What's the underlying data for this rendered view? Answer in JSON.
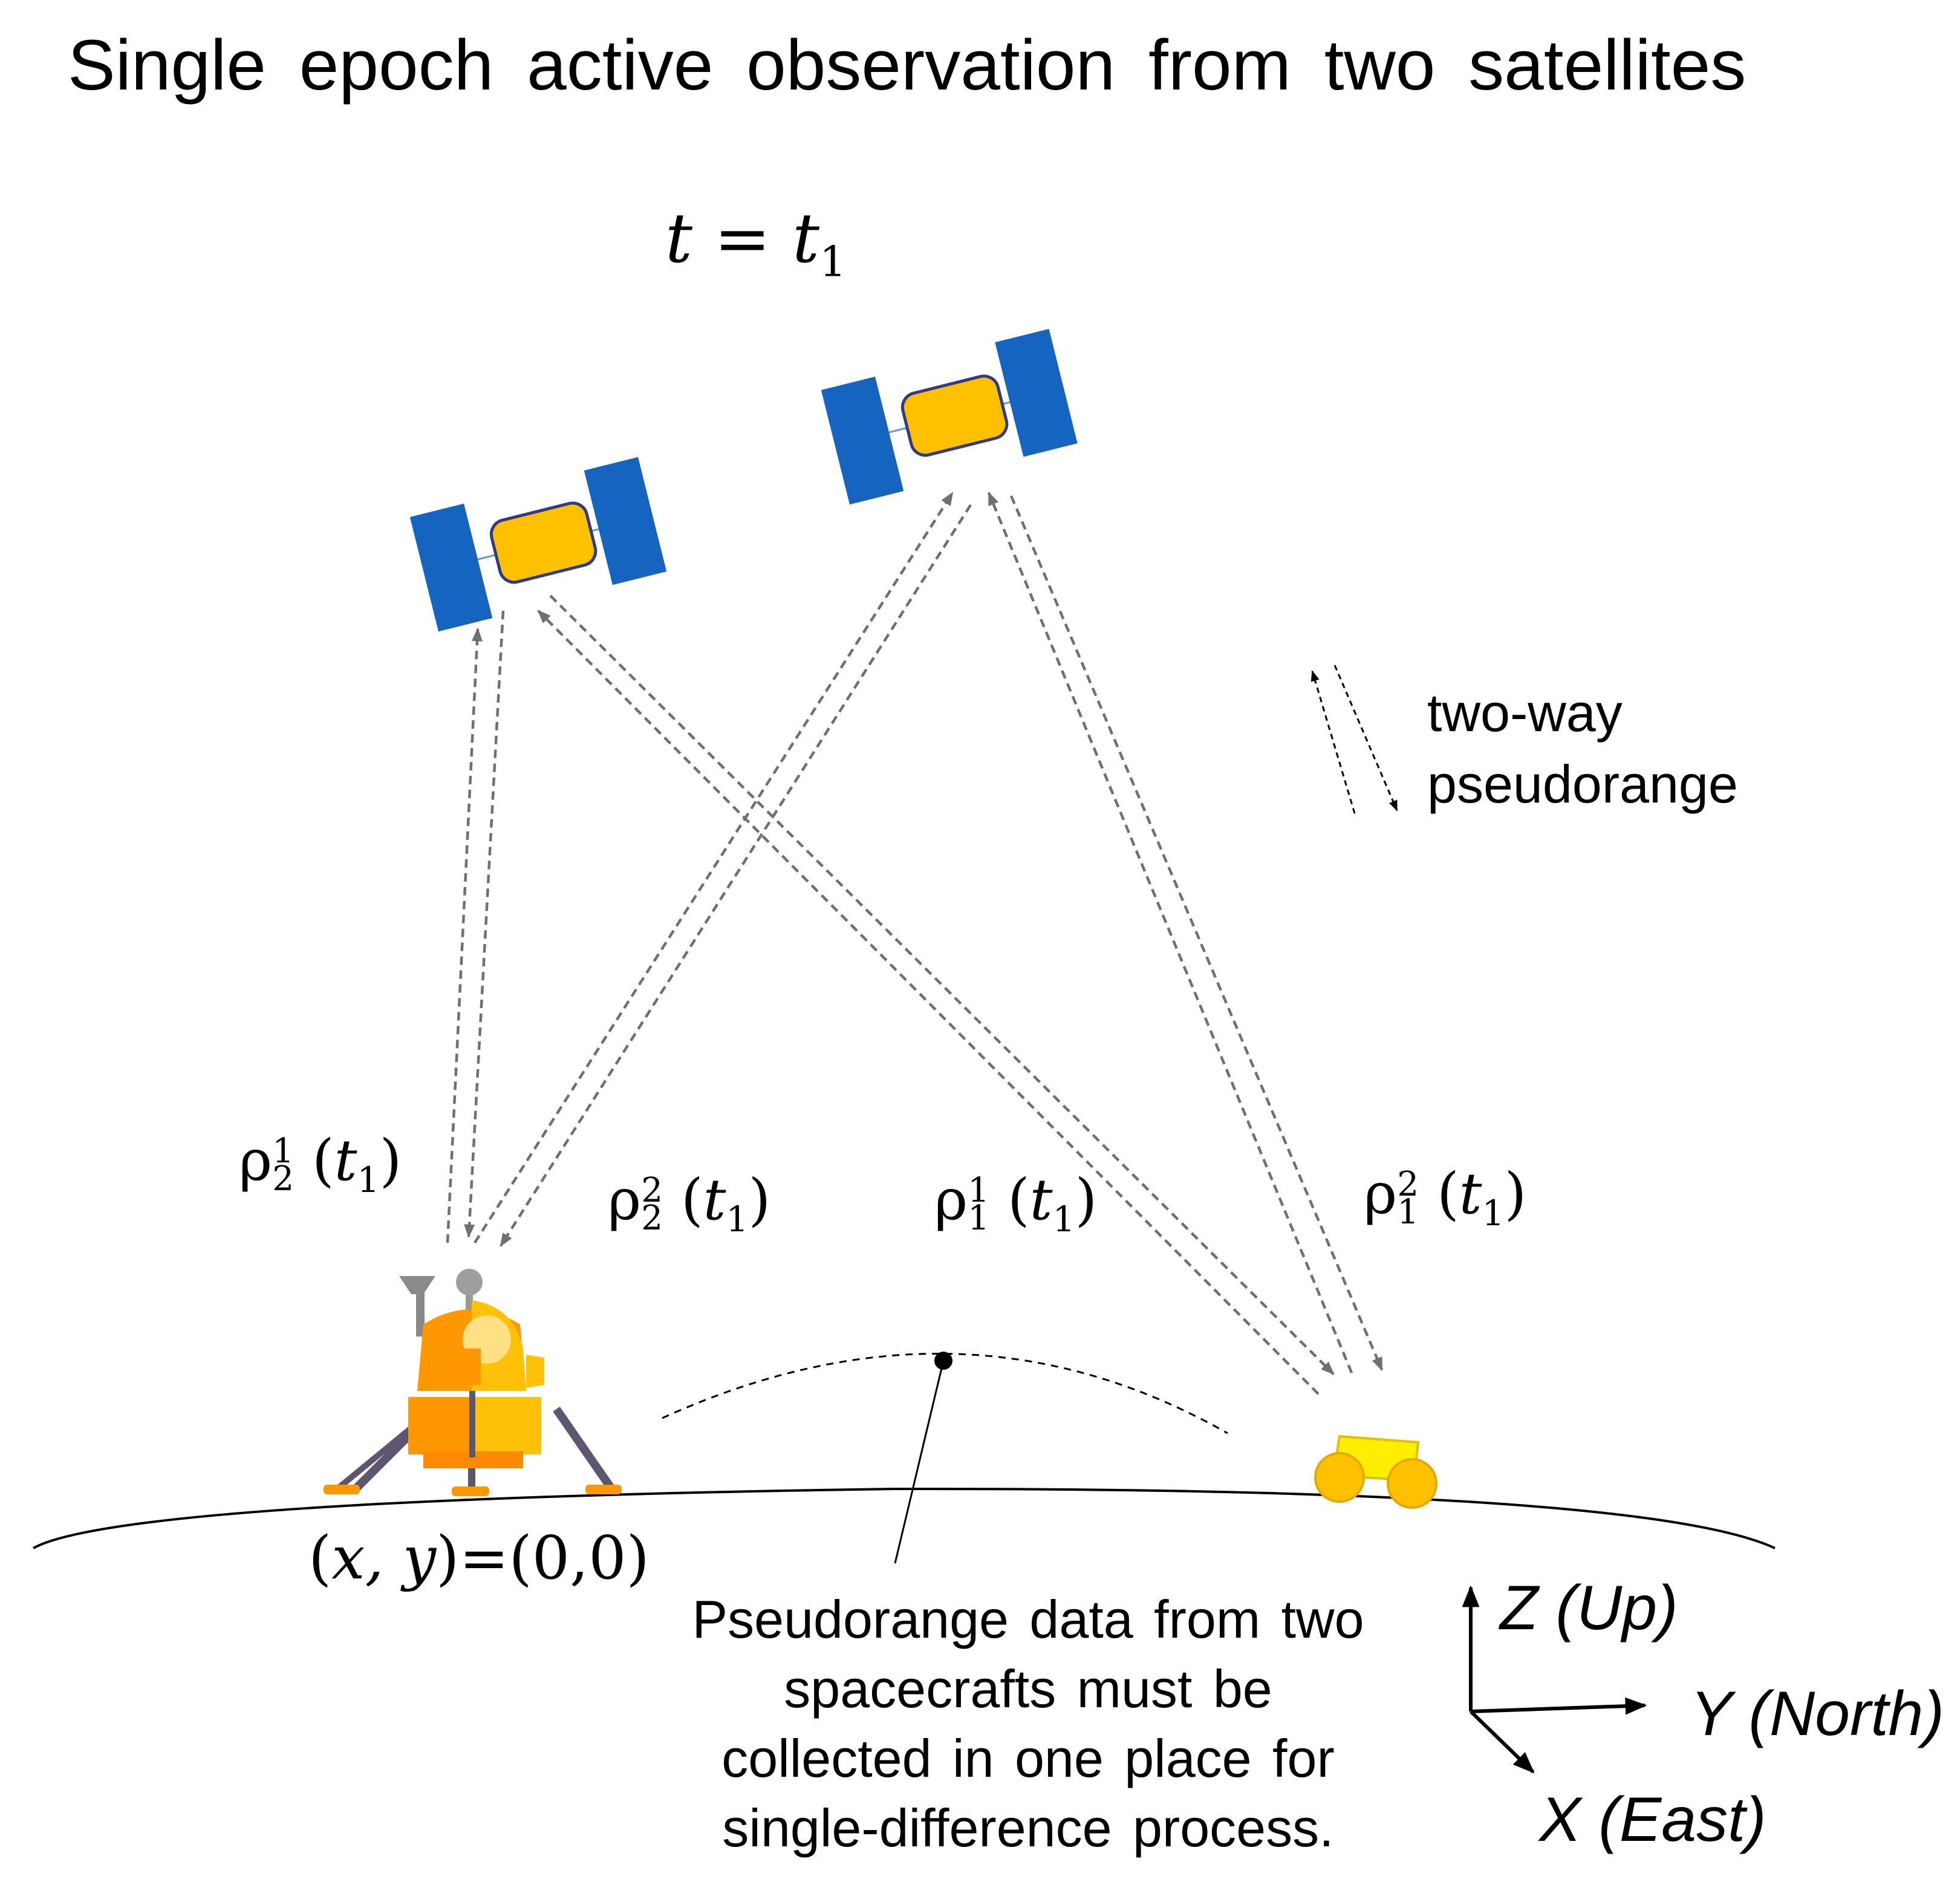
{
  "title": "Single epoch active observation from two satellites",
  "time_equation": {
    "lhs": "t",
    "rhs": "t",
    "sub": "1"
  },
  "legend": {
    "line1": "two-way",
    "line2": "pseudorange"
  },
  "ranges": [
    {
      "symbol": "ρ",
      "sub": "2",
      "sup": "1",
      "arg": "t",
      "arg_sub": "1"
    },
    {
      "symbol": "ρ",
      "sub": "2",
      "sup": "2",
      "arg": "t",
      "arg_sub": "1"
    },
    {
      "symbol": "ρ",
      "sub": "1",
      "sup": "1",
      "arg": "t",
      "arg_sub": "1"
    },
    {
      "symbol": "ρ",
      "sub": "1",
      "sup": "2",
      "arg": "t",
      "arg_sub": "1"
    }
  ],
  "origin_label": {
    "vars": "x, y",
    "value": "=(0,0)"
  },
  "note": "Pseudorange data from two spacecrafts must be collected in one place for single-difference process.",
  "axes": {
    "z": "Z (Up)",
    "y": "Y (North)",
    "x": "X (East)"
  },
  "colors": {
    "solar_panel": "#1565c0",
    "satellite_body": "#ffc000",
    "dashed_line": "#707070",
    "lander_orange": "#ff9800",
    "lander_yellow": "#ffc107",
    "lander_legs": "#5e5670",
    "rover_body": "#ffee00",
    "rover_wheel": "#ffc000"
  },
  "icons": [
    "satellite-icon",
    "lunar-lander-icon",
    "rover-icon"
  ]
}
